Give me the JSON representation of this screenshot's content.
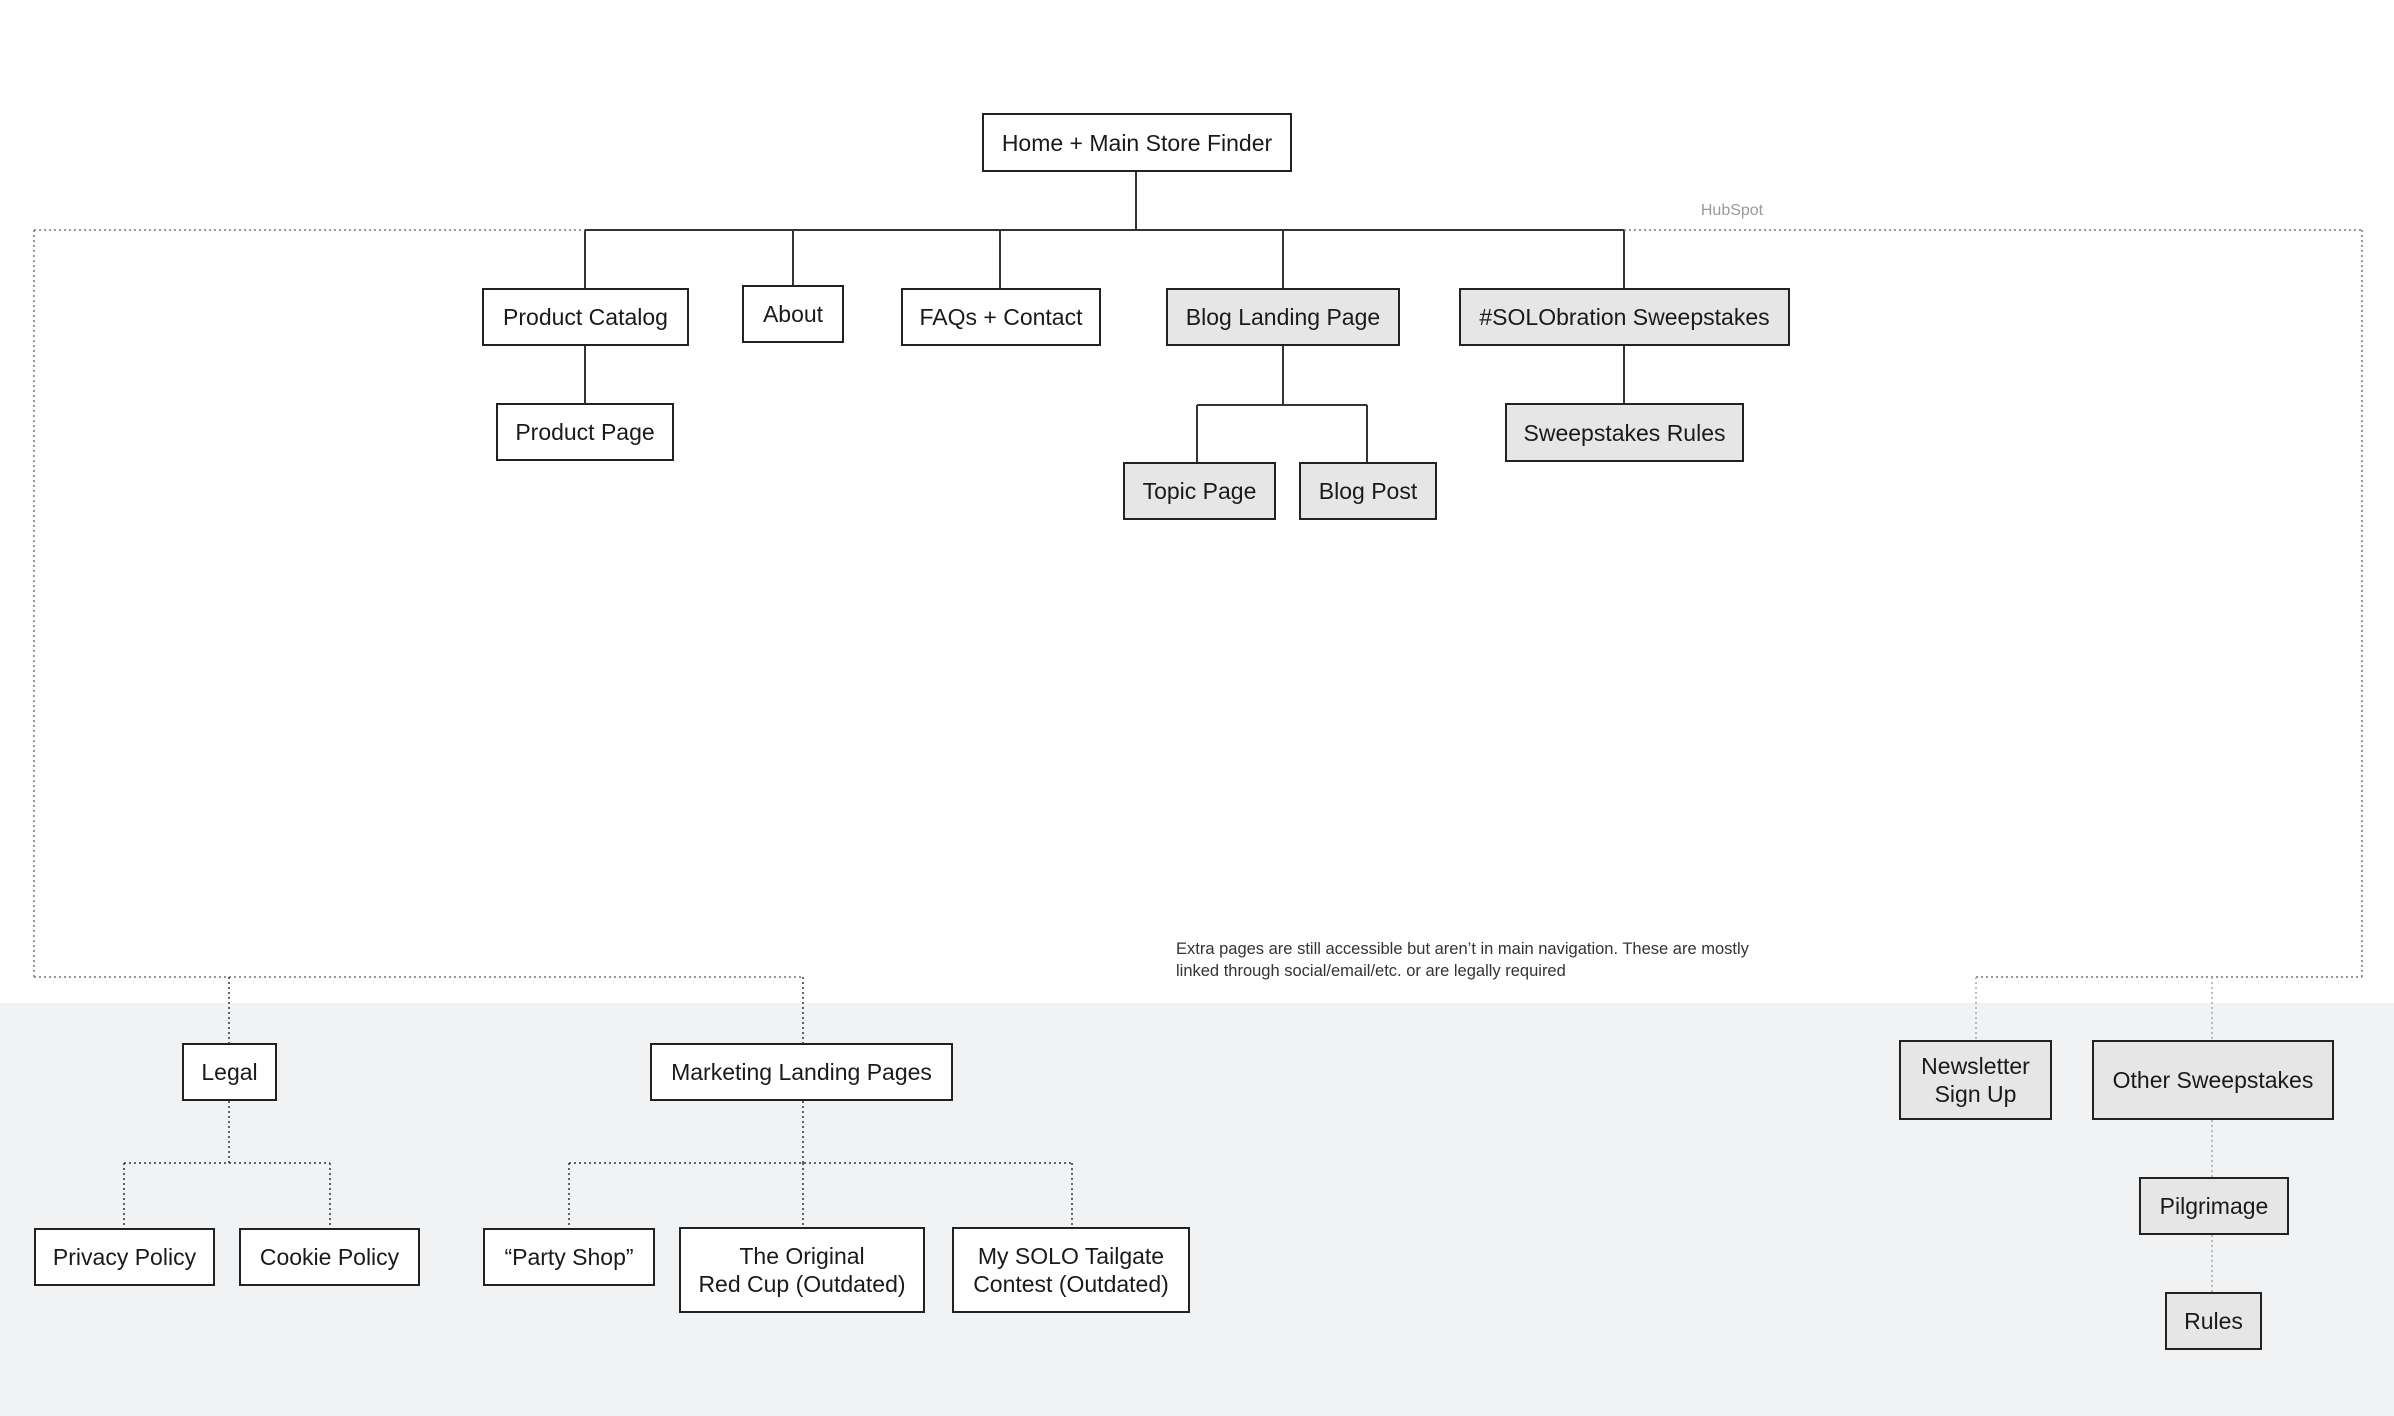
{
  "labels": {
    "hubspot": "HubSpot",
    "note": "Extra pages are still accessible but aren’t in main navigation. These are mostly linked through social/email/etc. or are legally required"
  },
  "nodes": {
    "home": "Home + Main Store Finder",
    "product_catalog": "Product Catalog",
    "about": "About",
    "faqs_contact": "FAQs + Contact",
    "blog_landing": "Blog Landing Page",
    "sweepstakes": "#SOLObration Sweepstakes",
    "product_page": "Product Page",
    "sweepstakes_rules": "Sweepstakes Rules",
    "topic_page": "Topic Page",
    "blog_post": "Blog Post",
    "legal": "Legal",
    "marketing": "Marketing Landing Pages",
    "privacy": "Privacy Policy",
    "cookie": "Cookie Policy",
    "party_shop": "“Party Shop”",
    "red_cup": "The Original\nRed Cup (Outdated)",
    "tailgate": "My SOLO Tailgate\nContest (Outdated)",
    "newsletter": "Newsletter\nSign Up",
    "other_sweepstakes": "Other Sweepstakes",
    "pilgrimage": "Pilgrimage",
    "rules": "Rules"
  },
  "colors": {
    "hubspot_fill": "#e6e6e7",
    "extra_band": "#f1f2f4",
    "border": "#222222"
  }
}
